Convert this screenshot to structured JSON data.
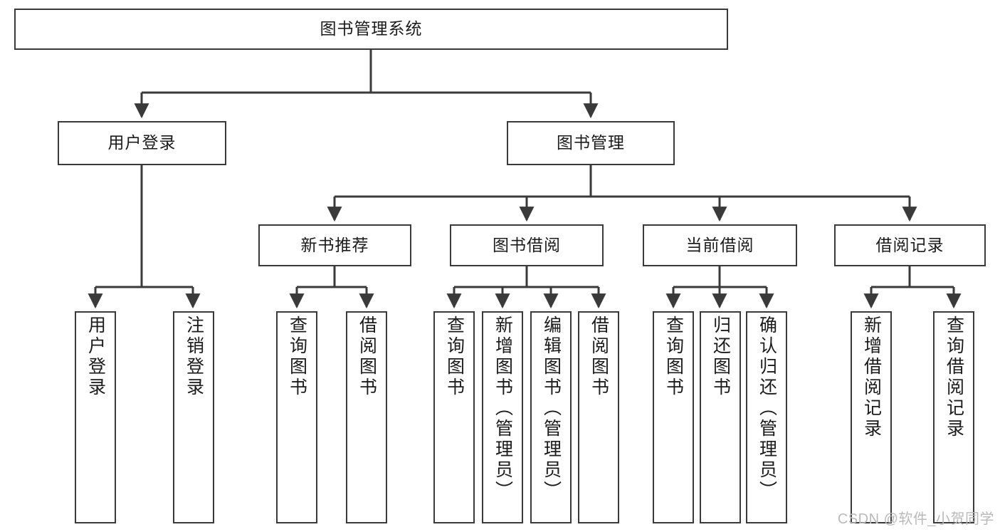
{
  "diagram": {
    "title": "图书管理系统",
    "type": "tree-hierarchy-chart",
    "stroke_color": "#3a3a3a",
    "node_fill": "#ffffff",
    "text_color": "#1b1b1b",
    "background": "#ffffff"
  },
  "root": {
    "label": "图书管理系统"
  },
  "level2": [
    {
      "label": "用户登录"
    },
    {
      "label": "图书管理"
    }
  ],
  "level3": [
    {
      "label": "新书推荐"
    },
    {
      "label": "图书借阅"
    },
    {
      "label": "当前借阅"
    },
    {
      "label": "借阅记录"
    }
  ],
  "leaves": {
    "user_login": [
      {
        "label": "用户登录"
      },
      {
        "label": "注销登录"
      }
    ],
    "new_book": [
      {
        "label": "查询图书"
      },
      {
        "label": "借阅图书"
      }
    ],
    "book_borrow": [
      {
        "label": "查询图书"
      },
      {
        "label": "新增图书（管理员）"
      },
      {
        "label": "编辑图书（管理员）"
      },
      {
        "label": "借阅图书"
      }
    ],
    "current_borrow": [
      {
        "label": "查询图书"
      },
      {
        "label": "归还图书"
      },
      {
        "label": "确认归还（管理员）"
      }
    ],
    "borrow_record": [
      {
        "label": "新增借阅记录"
      },
      {
        "label": "查询借阅记录"
      }
    ]
  },
  "watermark": {
    "text": "CSDN @软件_小贺同学"
  }
}
